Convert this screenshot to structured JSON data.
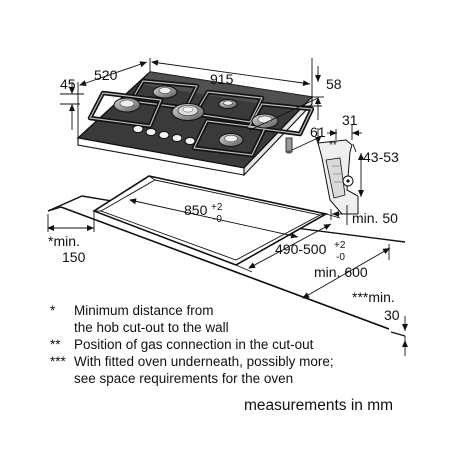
{
  "dimensions": {
    "depth": "520",
    "width": "915",
    "height_left": "45",
    "height_right": "58",
    "gas_offset": "61",
    "connection_height": "31",
    "connection_mark": "**",
    "worktop_range": "43-53",
    "min_rear": "min. 50",
    "cutout_width": "850",
    "cutout_width_tol_plus": "+2",
    "cutout_width_tol_minus": "-0",
    "cutout_depth": "490-500",
    "cutout_depth_tol_plus": "+2",
    "cutout_depth_tol_minus": "-0",
    "min_depth": "min. 600",
    "side_min_label": "*min.",
    "side_min_value": "150",
    "oven_min_label": "***min.",
    "oven_min_value": "30"
  },
  "notes": [
    {
      "mark": "*",
      "lines": [
        "Minimum distance from",
        "the hob cut-out to the wall"
      ]
    },
    {
      "mark": "**",
      "lines": [
        "Position of gas connection in the cut-out"
      ]
    },
    {
      "mark": "***",
      "lines": [
        "With fitted oven underneath, possibly more;",
        "see space requirements for the oven"
      ]
    }
  ],
  "units": "measurements in mm"
}
